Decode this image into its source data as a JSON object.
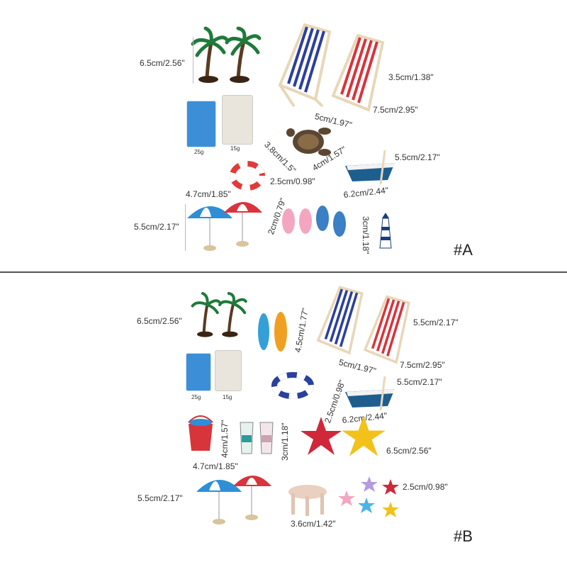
{
  "panel_a": {
    "tag": "#A",
    "labels": {
      "palm_height": "6.5cm/2.56\"",
      "chair_height": "3.5cm/1.38\"",
      "chair_width": "5cm/1.97\"",
      "chair_depth": "7.5cm/2.95\"",
      "turtle_a": "3.8cm/1.5\"",
      "turtle_b": "4cm/1.57\"",
      "boat_height": "5.5cm/2.17\"",
      "boat_length": "6.2cm/2.44\"",
      "ring": "2.5cm/0.98\"",
      "umbrella_width": "4.7cm/1.85\"",
      "umbrella_height": "5.5cm/2.17\"",
      "slippers": "2cm/0.79\"",
      "lighthouse": "3cm/1.18\"",
      "sand_weight": "25g",
      "shell_weight": "15g"
    }
  },
  "panel_b": {
    "tag": "#B",
    "labels": {
      "palm_height": "6.5cm/2.56\"",
      "surfboard": "4.5cm/1.77\"",
      "chair_height": "5.5cm/2.17\"",
      "chair_width": "5cm/1.97\"",
      "chair_depth": "7.5cm/2.95\"",
      "ring": "2.5cm/0.98\"",
      "boat_height": "5.5cm/2.17\"",
      "boat_length": "6.2cm/2.44\"",
      "bucket": "4cm/1.57\"",
      "cups": "3cm/1.18\"",
      "starfish_big": "6.5cm/2.56\"",
      "umbrella_width": "4.7cm/1.85\"",
      "umbrella_height": "5.5cm/2.17\"",
      "starfish_small": "2.5cm/0.98\"",
      "table": "3.6cm/1.42\"",
      "sand_weight": "25g",
      "shell_weight": "15g"
    }
  },
  "colors": {
    "blue_stripe": "#2b3f9e",
    "red_stripe": "#d8343c",
    "wood": "#e8d7b8",
    "palm_green": "#1f7a3a",
    "palm_trunk": "#5a3a22",
    "sand_blue": "#3c8fd6",
    "boat_blue": "#1e5e8f",
    "starfish_red": "#d0283a",
    "starfish_yellow": "#f2c21a"
  }
}
